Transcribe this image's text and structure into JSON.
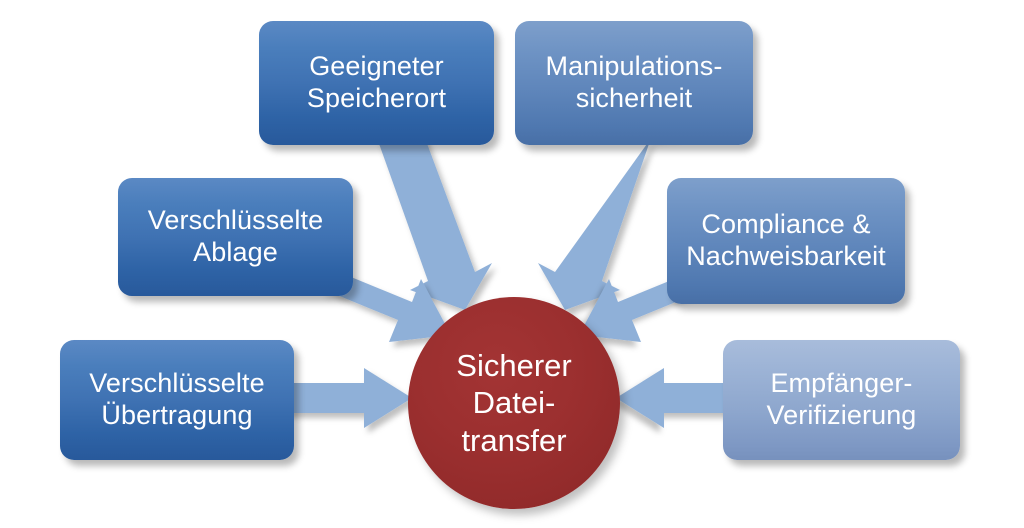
{
  "diagram": {
    "type": "hub-and-spoke",
    "title_text": "Sicherer Dateitransfer",
    "center": {
      "label": "Sicherer\nDatei-\ntransfer",
      "shape": "circle",
      "color": "#9c2c2c",
      "text_color": "#ffffff"
    },
    "arrow_color": "#8fb0d8",
    "background_color": "#ffffff",
    "nodes": [
      {
        "id": "geeigneter-speicherort",
        "label": "Geeigneter\nSpeicherort",
        "color": "#3f72b3",
        "style": "deep",
        "position": "top-left",
        "arrow_direction": "down-right"
      },
      {
        "id": "manipulationssicherheit",
        "label": "Manipulations-\nsicherheit",
        "color": "#5f86bb",
        "style": "mid",
        "position": "top-right",
        "arrow_direction": "down-left"
      },
      {
        "id": "verschluesselte-ablage",
        "label": "Verschlüsselte\nAblage",
        "color": "#3f72b3",
        "style": "deep",
        "position": "middle-left",
        "arrow_direction": "down-right"
      },
      {
        "id": "compliance-nachweisbarkeit",
        "label": "Compliance &\nNachweisbarkeit",
        "color": "#7e98c4",
        "style": "mid",
        "position": "middle-right",
        "arrow_direction": "down-left"
      },
      {
        "id": "verschluesselte-uebertragung",
        "label": "Verschlüsselte\nÜbertragung",
        "color": "#2e63a6",
        "style": "deep",
        "position": "bottom-left",
        "arrow_direction": "right"
      },
      {
        "id": "empfaenger-verifizierung",
        "label": "Empfänger-\nVerifizierung",
        "color": "#8da6cd",
        "style": "pale",
        "position": "bottom-right",
        "arrow_direction": "left"
      }
    ]
  }
}
